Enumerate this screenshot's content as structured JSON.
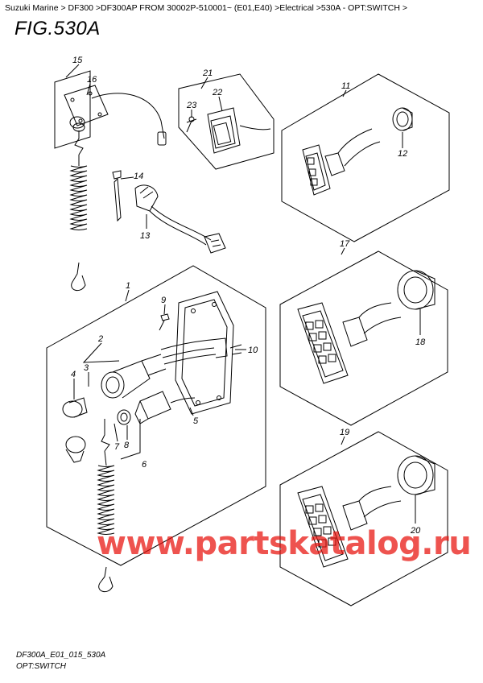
{
  "breadcrumb": "Suzuki Marine > DF300 >DF300AP FROM 30002P-510001~ (E01,E40) >Electrical >530A - OPT:SWITCH >",
  "figure_title": "FIG.530A",
  "footer": {
    "drawing_code": "DF300A_E01_015_530A",
    "drawing_name": "OPT:SWITCH"
  },
  "watermark": "www.partskatalog.ru",
  "callouts": [
    "15",
    "16",
    "21",
    "22",
    "23",
    "11",
    "12",
    "14",
    "13",
    "17",
    "18",
    "1",
    "9",
    "10",
    "2",
    "3",
    "4",
    "5",
    "8",
    "7",
    "6",
    "19",
    "20"
  ],
  "colors": {
    "line": "#000000",
    "watermark": "#e8120c"
  }
}
